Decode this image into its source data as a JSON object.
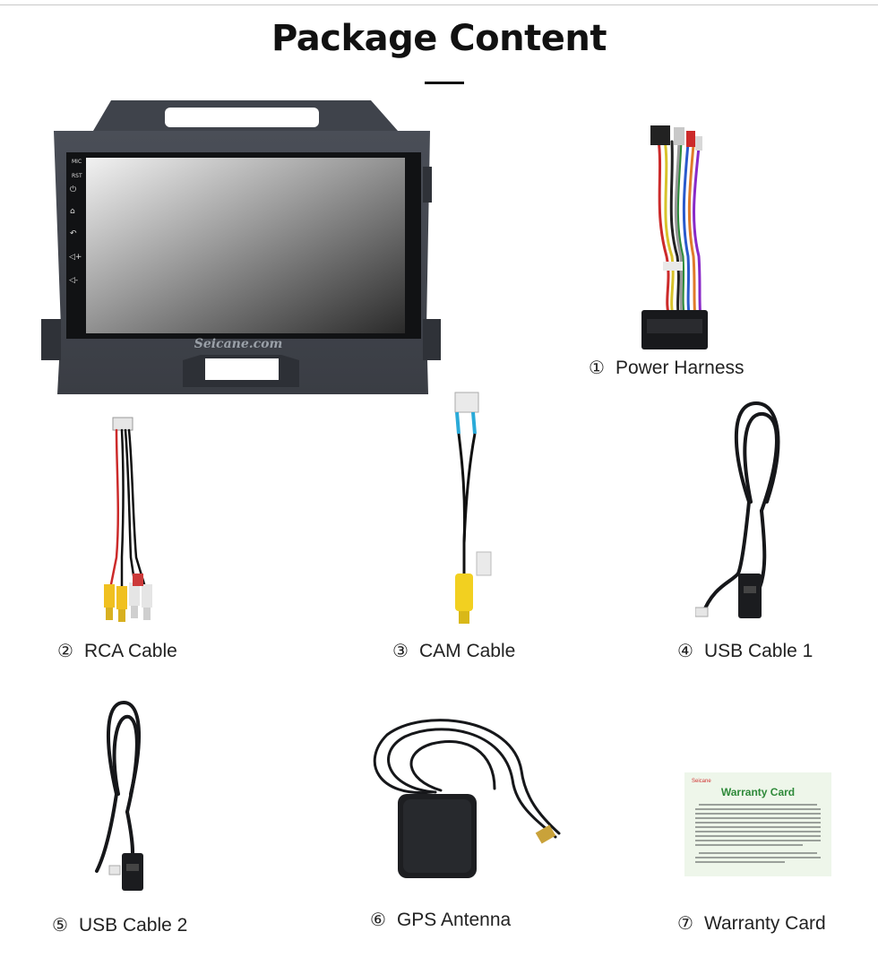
{
  "page": {
    "title": "Package Content"
  },
  "head_unit": {
    "side_buttons": [
      "MIC",
      "RST",
      "⏻",
      "⌂",
      "↶",
      "◁+",
      "◁-"
    ],
    "brand": "Seicane.com"
  },
  "items": [
    {
      "num": "①",
      "label": "Power Harness"
    },
    {
      "num": "②",
      "label": "RCA Cable"
    },
    {
      "num": "③",
      "label": "CAM Cable"
    },
    {
      "num": "④",
      "label": "USB Cable 1"
    },
    {
      "num": "⑤",
      "label": "USB Cable 2"
    },
    {
      "num": "⑥",
      "label": "GPS Antenna"
    },
    {
      "num": "⑦",
      "label": "Warranty Card"
    }
  ],
  "warranty_card": {
    "brand": "Seicane",
    "heading": "Warranty Card"
  },
  "colors": {
    "title": "#111111",
    "card_green": "#2f8a3a",
    "card_bg": "#eef6ea"
  }
}
